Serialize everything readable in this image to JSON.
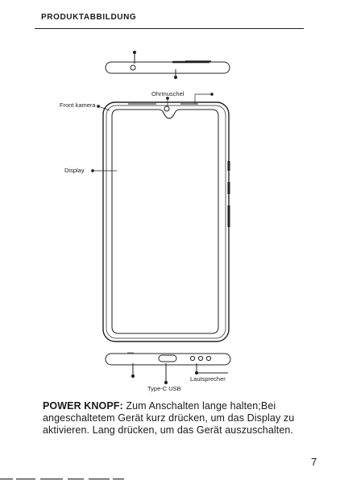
{
  "header": {
    "title": "PRODUKTABBILDUNG"
  },
  "labels": {
    "earpiece": "Ohrmuschel",
    "front_camera": "Front kamera",
    "display": "Display",
    "usb": "Type-C USB",
    "speaker": "Lautsprecher"
  },
  "power_button": {
    "title": "POWER KNOPF:",
    "description": "Zum Anschalten lange halten;Bei angeschaltetem Gerät kurz drücken, um das Display zu aktivieren. Lang drücken, um das Gerät auszuschalten."
  },
  "page_number": "7"
}
